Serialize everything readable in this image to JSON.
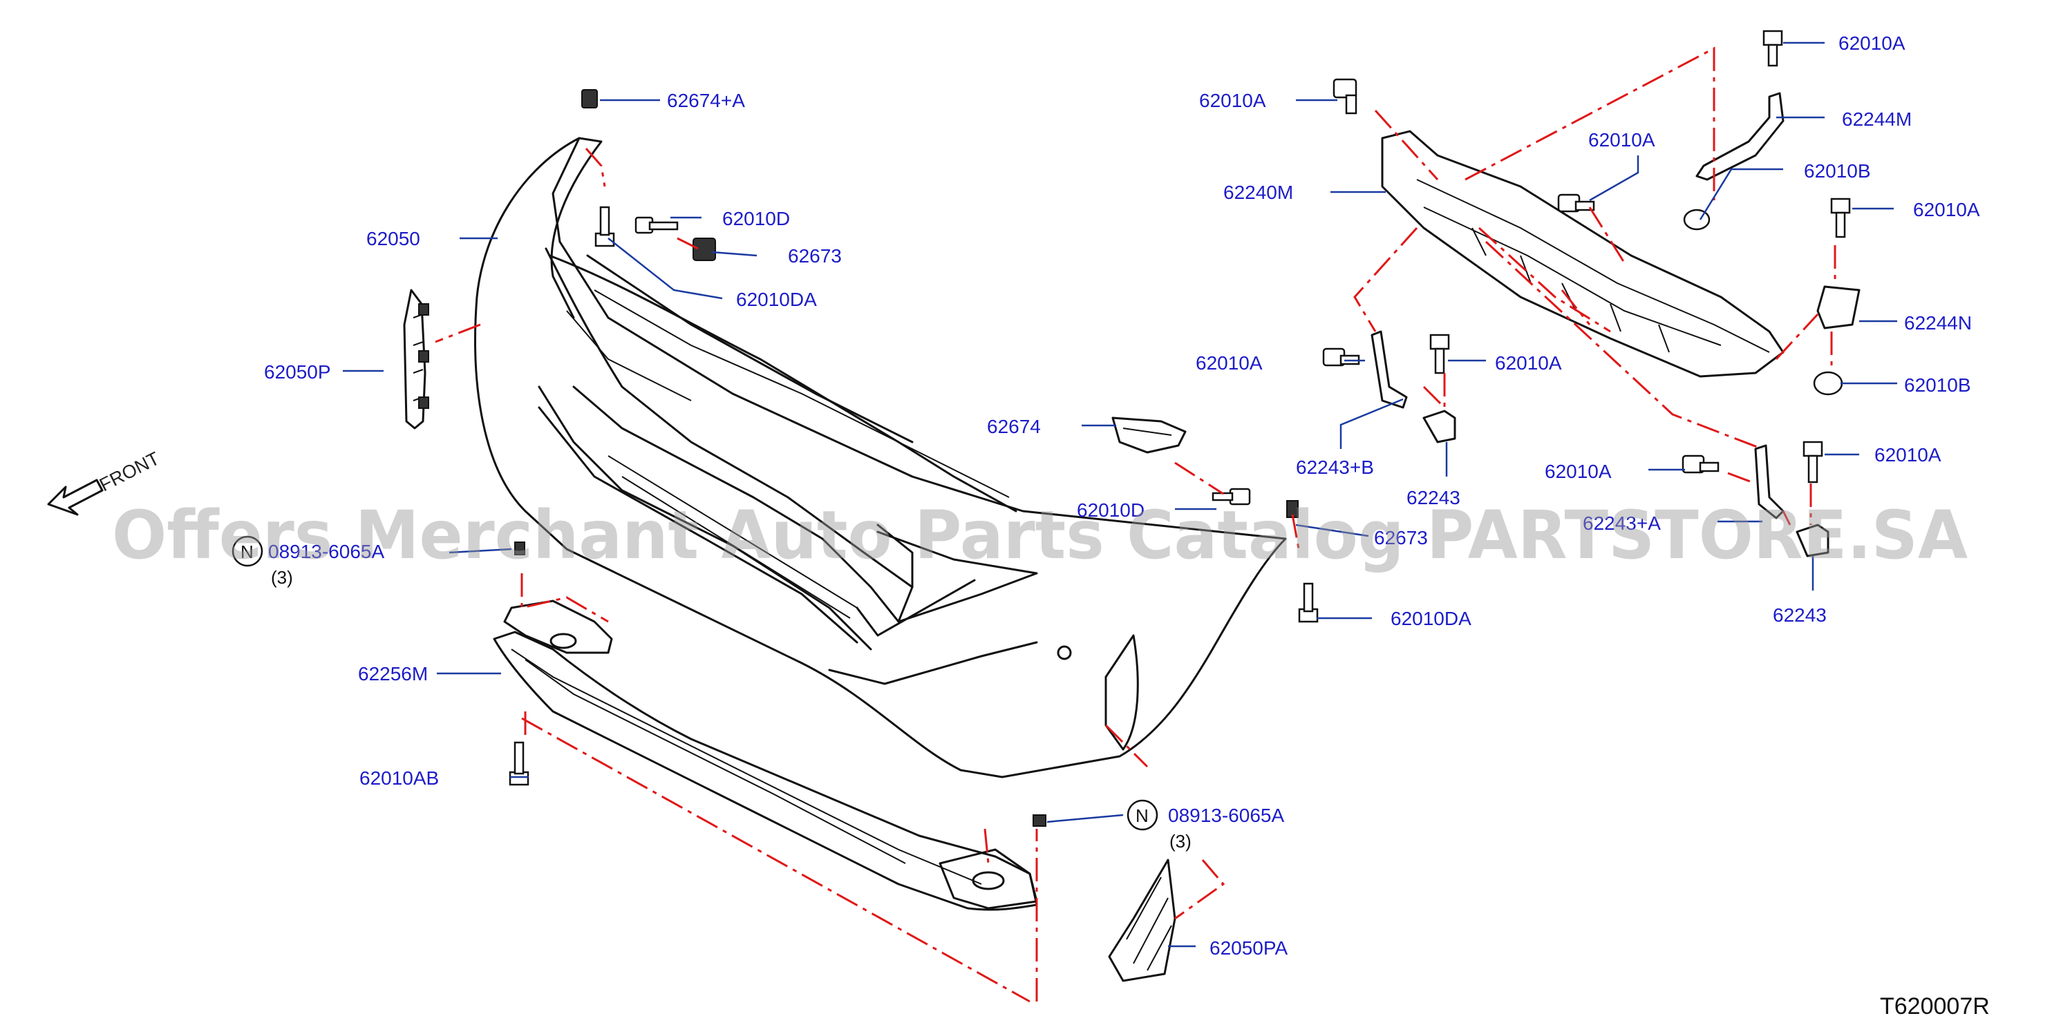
{
  "labels": {
    "l_62674A": "62674+A",
    "l_62050": "62050",
    "l_62010D": "62010D",
    "l_62673": "62673",
    "l_62010DA_top": "62010DA",
    "l_62050P": "62050P",
    "l_62674": "62674",
    "l_62010D_mid": "62010D",
    "l_62673_mid": "62673",
    "l_62010DA_mid": "62010DA",
    "l_08913_left": "08913-6065A",
    "l_08913_left_qty": "(3)",
    "l_62256M": "62256M",
    "l_62010AB": "62010AB",
    "l_08913_bottom": "08913-6065A",
    "l_08913_bottom_qty": "(3)",
    "l_62050PA": "62050PA",
    "l_62010A_1": "62010A",
    "l_62240M": "62240M",
    "l_62010A_2": "62010A",
    "l_62010A_3": "62010A",
    "l_62244M": "62244M",
    "l_62010B_1": "62010B",
    "l_62010A_4": "62010A",
    "l_62244N": "62244N",
    "l_62010A_5": "62010A",
    "l_62010A_6": "62010A",
    "l_62010B_2": "62010B",
    "l_62243B": "62243+B",
    "l_62243_1": "62243",
    "l_62010A_7": "62010A",
    "l_62010A_8": "62010A",
    "l_62243A": "62243+A",
    "l_62243_2": "62243",
    "circle_n_left": "N",
    "circle_n_bottom": "N",
    "front": "FRONT",
    "diagram_code": "T620007R",
    "watermark": "Offers Merchant Auto Parts Catalog PARTSTORE.SA"
  },
  "colors": {
    "label_blue": "#1c1cc8",
    "leader_blue": "#1a3aa0",
    "centerline_red": "#e01818",
    "line_black": "#111111",
    "watermark_gray": "#9a9a9a",
    "background": "#ffffff"
  }
}
